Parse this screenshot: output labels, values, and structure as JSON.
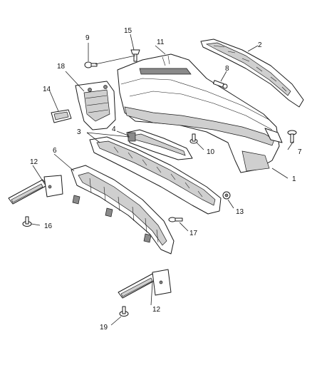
{
  "diagram": {
    "callouts": [
      {
        "id": "c1",
        "text": "1"
      },
      {
        "id": "c2",
        "text": "2"
      },
      {
        "id": "c3",
        "text": "3"
      },
      {
        "id": "c4",
        "text": "4"
      },
      {
        "id": "c5",
        "text": "6"
      },
      {
        "id": "c6",
        "text": "7"
      },
      {
        "id": "c7",
        "text": "8"
      },
      {
        "id": "c8",
        "text": "9"
      },
      {
        "id": "c9",
        "text": "10"
      },
      {
        "id": "c10",
        "text": "11"
      },
      {
        "id": "c11",
        "text": "12"
      },
      {
        "id": "c12",
        "text": "12"
      },
      {
        "id": "c13",
        "text": "13"
      },
      {
        "id": "c14",
        "text": "14"
      },
      {
        "id": "c15",
        "text": "15"
      },
      {
        "id": "c16",
        "text": "16"
      },
      {
        "id": "c17",
        "text": "17"
      },
      {
        "id": "c18",
        "text": "18"
      },
      {
        "id": "c19",
        "text": "19"
      }
    ]
  }
}
